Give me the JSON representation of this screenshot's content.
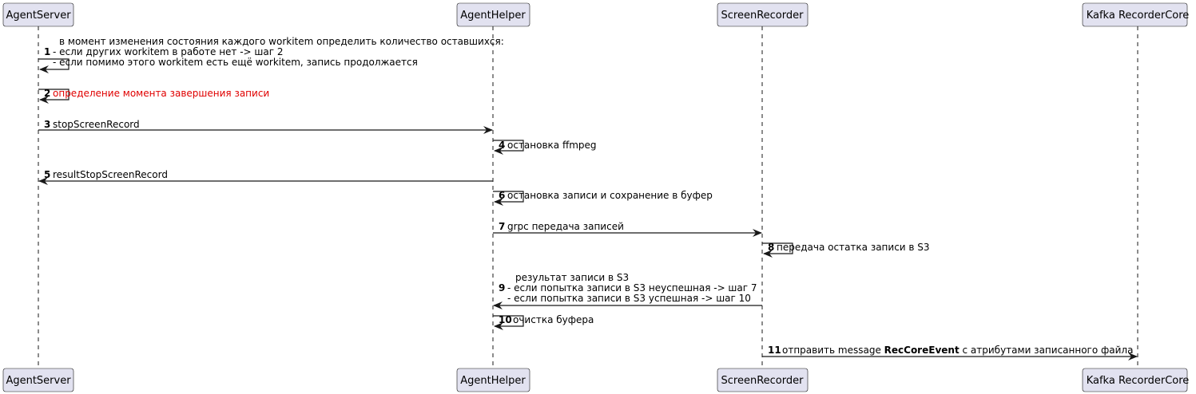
{
  "participants": [
    {
      "id": "agent_server",
      "label": "AgentServer"
    },
    {
      "id": "agent_helper",
      "label": "AgentHelper"
    },
    {
      "id": "screen_recorder",
      "label": "ScreenRecorder"
    },
    {
      "id": "kafka",
      "label": "Kafka RecorderCore"
    }
  ],
  "messages": [
    {
      "num": "1",
      "from": "agent_server",
      "to": "agent_server",
      "lines": [
        "в момент изменения состояния каждого workitem определить количество оставшихся:",
        "- если других workitem в работе нет -> шаг 2",
        "- если помимо этого workitem есть ещё workitem, запись продолжается"
      ]
    },
    {
      "num": "2",
      "from": "agent_server",
      "to": "agent_server",
      "color": "#e00000",
      "lines": [
        "определение момента завершения записи"
      ]
    },
    {
      "num": "3",
      "from": "agent_server",
      "to": "agent_helper",
      "lines": [
        "stopScreenRecord"
      ]
    },
    {
      "num": "4",
      "from": "agent_helper",
      "to": "agent_helper",
      "lines": [
        "остановка ffmpeg"
      ]
    },
    {
      "num": "5",
      "from": "agent_helper",
      "to": "agent_server",
      "lines": [
        "resultStopScreenRecord"
      ]
    },
    {
      "num": "6",
      "from": "agent_helper",
      "to": "agent_helper",
      "lines": [
        "остановка записи и сохранение в буфер"
      ]
    },
    {
      "num": "7",
      "from": "agent_helper",
      "to": "screen_recorder",
      "lines": [
        "grpc передача записей"
      ]
    },
    {
      "num": "8",
      "from": "screen_recorder",
      "to": "screen_recorder",
      "lines": [
        "передача остатка записи в S3"
      ]
    },
    {
      "num": "9",
      "from": "screen_recorder",
      "to": "agent_helper",
      "lines": [
        "результат записи в S3",
        "- если попытка записи в S3 неуспешная -> шаг 7",
        "- если попытка записи в S3 успешная -> шаг 10"
      ]
    },
    {
      "num": "10",
      "from": "agent_helper",
      "to": "agent_helper",
      "lines": [
        "очистка буфера"
      ]
    },
    {
      "num": "11",
      "from": "screen_recorder",
      "to": "kafka",
      "segments": [
        {
          "text": "отправить message "
        },
        {
          "text": "RecCoreEvent",
          "bold": true
        },
        {
          "text": " с атрибутами записанного файла"
        }
      ]
    }
  ],
  "colors": {
    "participant_fill": "#e2e2f0",
    "participant_stroke": "#181818",
    "lifeline": "#181818",
    "arrow": "#181818",
    "highlight": "#e00000"
  }
}
